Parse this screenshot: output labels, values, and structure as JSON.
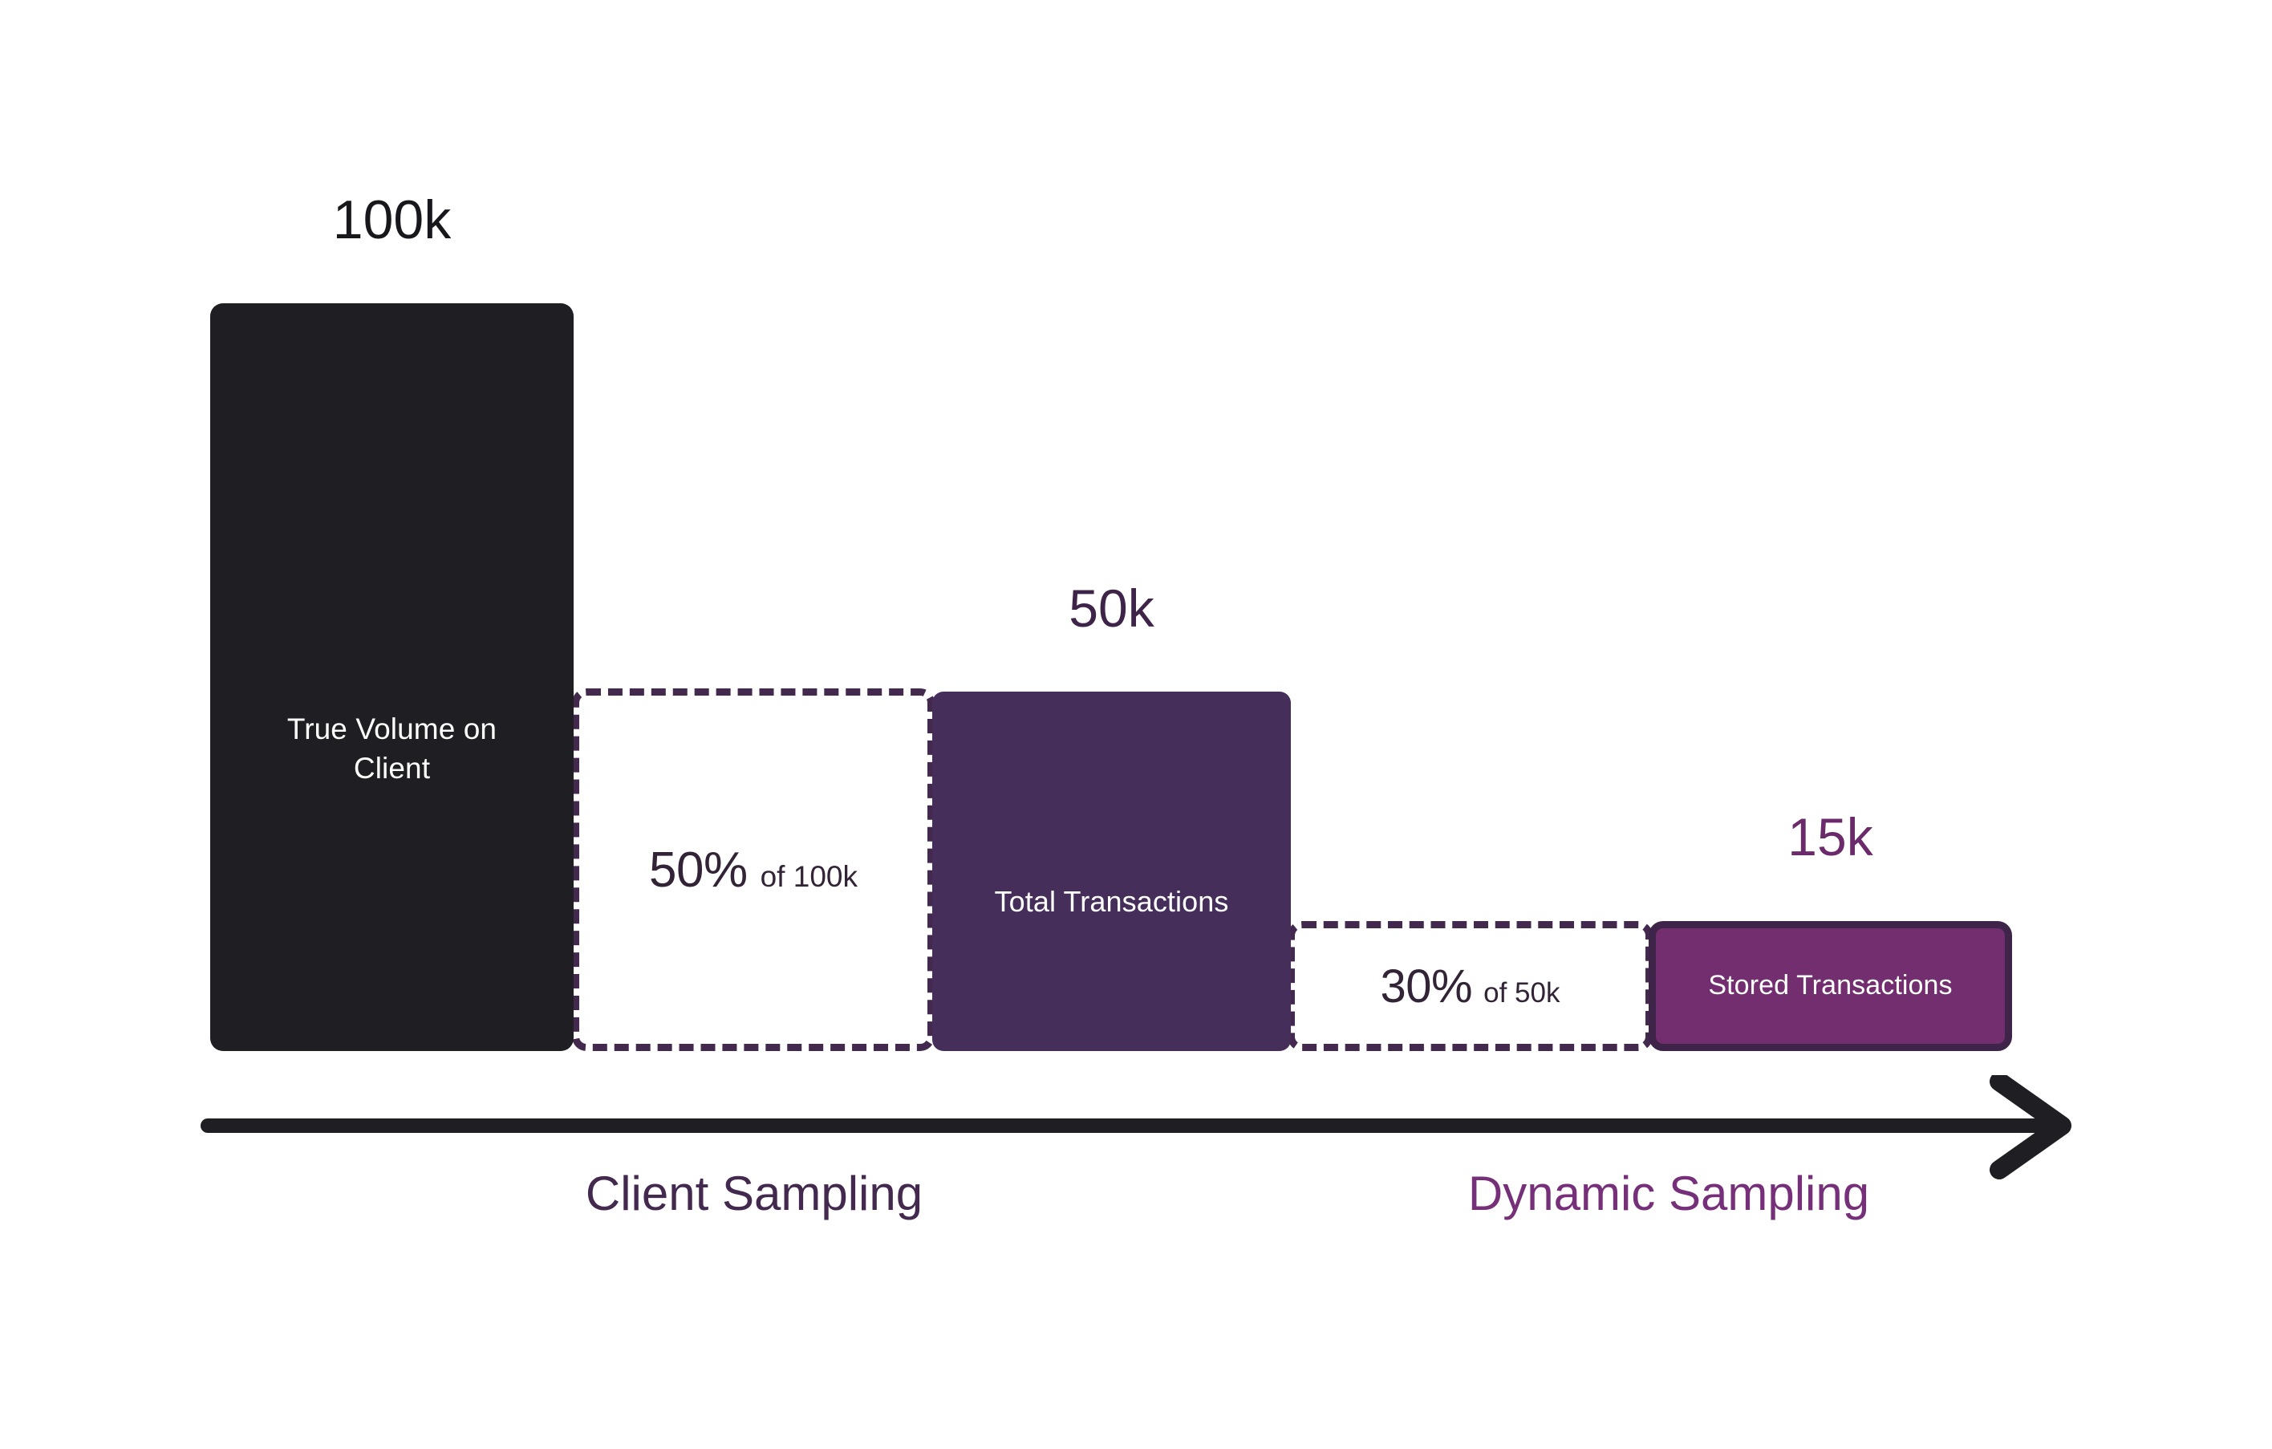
{
  "diagram": {
    "title": "Client Sampling and Dynamic Sampling funnel",
    "background": "#FFFFFF"
  },
  "colors": {
    "bar_true_volume": "#1F1F23",
    "bar_total_transactions": "#452F5A",
    "bar_stored_transactions": "#722E6E",
    "bar_stored_transactions_border": "#3E2449",
    "dashed_border": "#44294F",
    "value_100k": "#18181C",
    "value_50k": "#3E2449",
    "value_15k": "#6B2B6B",
    "stage_client_sampling": "#44294F",
    "stage_dynamic_sampling": "#76307A",
    "arrow": "#1F1F23",
    "bar_text": "#FFFFFF",
    "percent_text": "#332337"
  },
  "values": {
    "true_volume": "100k",
    "total_transactions": "50k",
    "stored_transactions": "15k"
  },
  "bars": [
    {
      "id": "true-volume",
      "value_label": "100k",
      "inside_label": "True Volume on Client",
      "fill": "#1F1F23"
    },
    {
      "id": "total-transactions",
      "value_label": "50k",
      "inside_label": "Total Transactions",
      "fill": "#452F5A"
    },
    {
      "id": "stored-transactions",
      "value_label": "15k",
      "inside_label": "Stored Transactions",
      "fill": "#722E6E"
    }
  ],
  "reductions": [
    {
      "id": "client-sampling",
      "percent": "50%",
      "of_label": "of 100k"
    },
    {
      "id": "dynamic-sampling",
      "percent": "30%",
      "of_label": "of 50k"
    }
  ],
  "stages": [
    {
      "id": "client-sampling",
      "label": "Client Sampling"
    },
    {
      "id": "dynamic-sampling",
      "label": "Dynamic Sampling"
    }
  ],
  "axis": {
    "arrow_icon": "right-arrow-icon",
    "direction": "left-to-right"
  },
  "chart_data": {
    "type": "bar",
    "title": "",
    "categories": [
      "True Volume on Client",
      "Total Transactions",
      "Stored Transactions"
    ],
    "values": [
      100000,
      50000,
      15000
    ],
    "value_labels": [
      "100k",
      "50k",
      "15k"
    ],
    "reduction_steps": [
      {
        "from": "100k",
        "rate": "50%",
        "to": "50k",
        "stage": "Client Sampling"
      },
      {
        "from": "50k",
        "rate": "30%",
        "to": "15k",
        "stage": "Dynamic Sampling"
      }
    ],
    "xlabel": "",
    "ylabel": "",
    "grid": false,
    "legend": "none"
  }
}
